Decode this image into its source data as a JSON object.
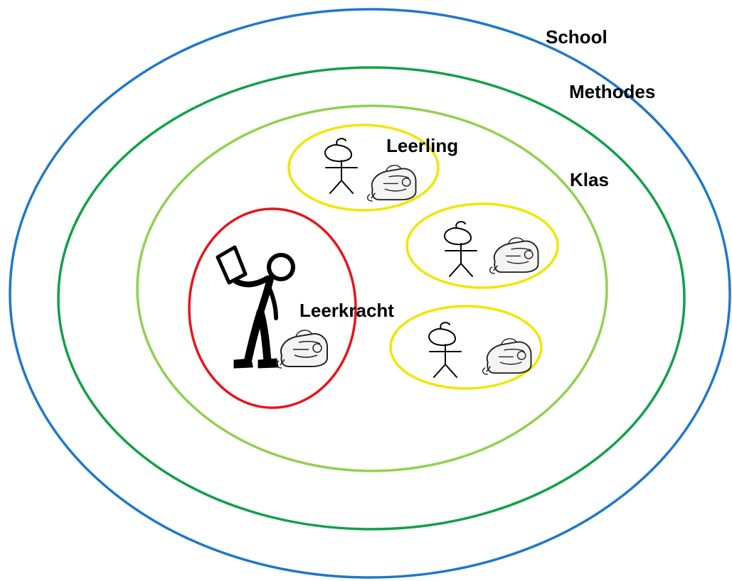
{
  "labels": {
    "school": "School",
    "methodes": "Methodes",
    "klas": "Klas",
    "leerling": "Leerling",
    "leerkracht": "Leerkracht"
  },
  "colors": {
    "school": "#1f78c8",
    "methodes": "#12a04a",
    "klas": "#92d050",
    "leerling": "#f2e500",
    "leerkracht": "#e8141a",
    "figure": "#000000"
  },
  "icons": [
    "stick-figure-icon",
    "teacher-figure-icon",
    "schoolbag-icon"
  ]
}
